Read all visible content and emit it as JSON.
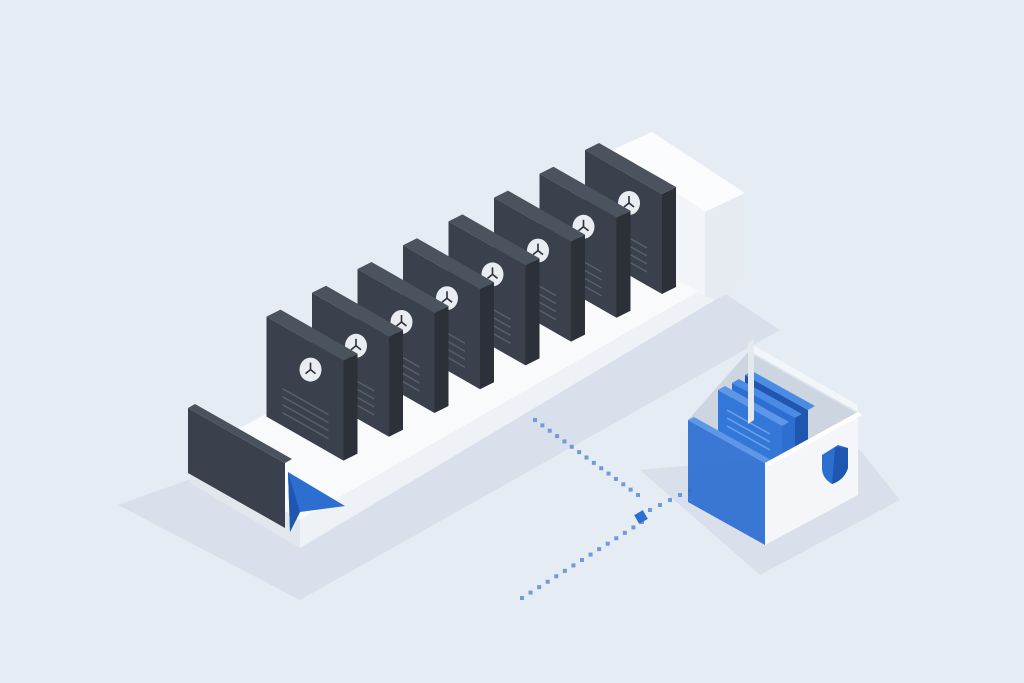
{
  "scene": {
    "background": "#e6ecf4",
    "colors": {
      "card_front": "#3a414c",
      "card_side": "#2b3039",
      "card_icon": "#e9ecf0",
      "card_lines": "#59616d",
      "tray_top": "#f9fafc",
      "tray_front": "#eef1f5",
      "tray_end": "#e2e7ee",
      "accent_blue": "#2d6ed1",
      "accent_blue_dark": "#1f57b0",
      "accent_blue_light": "#4a8be4",
      "shadow": "#cbd4e0"
    },
    "icons": {
      "card_icon": "clock-icon",
      "box_badge": "shield-icon",
      "pointer": "arrow-marker-icon"
    },
    "document_cards": [
      {
        "id": 1,
        "icon": "clock-icon"
      },
      {
        "id": 2,
        "icon": "clock-icon"
      },
      {
        "id": 3,
        "icon": "clock-icon"
      },
      {
        "id": 4,
        "icon": "clock-icon"
      },
      {
        "id": 5,
        "icon": "clock-icon"
      },
      {
        "id": 6,
        "icon": "clock-icon"
      },
      {
        "id": 7,
        "icon": "clock-icon"
      },
      {
        "id": 8,
        "icon": "clock-icon"
      }
    ],
    "box_folders": [
      {
        "id": 1
      },
      {
        "id": 2
      },
      {
        "id": 3
      }
    ]
  }
}
